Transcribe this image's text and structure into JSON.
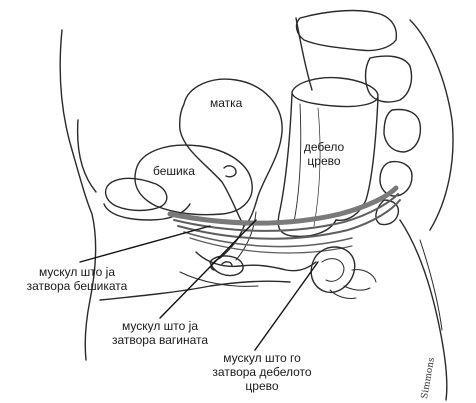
{
  "labels": {
    "uterus": "матка",
    "bladder": "бешика",
    "colon_line1": "дебело",
    "colon_line2": "црево",
    "bladder_muscle_line1": "мускул што ја",
    "bladder_muscle_line2": "затвора бешиката",
    "vagina_muscle_line1": "мускул што ја",
    "vagina_muscle_line2": "затвора вагината",
    "rectal_muscle_line1": "мускул што го",
    "rectal_muscle_line2": "затвора дебелото",
    "rectal_muscle_line3": "црево"
  },
  "signature": "Simmons",
  "colors": {
    "line": "#2a2a2a",
    "muscle": "#6e6e6e",
    "text": "#1a1a1a"
  }
}
